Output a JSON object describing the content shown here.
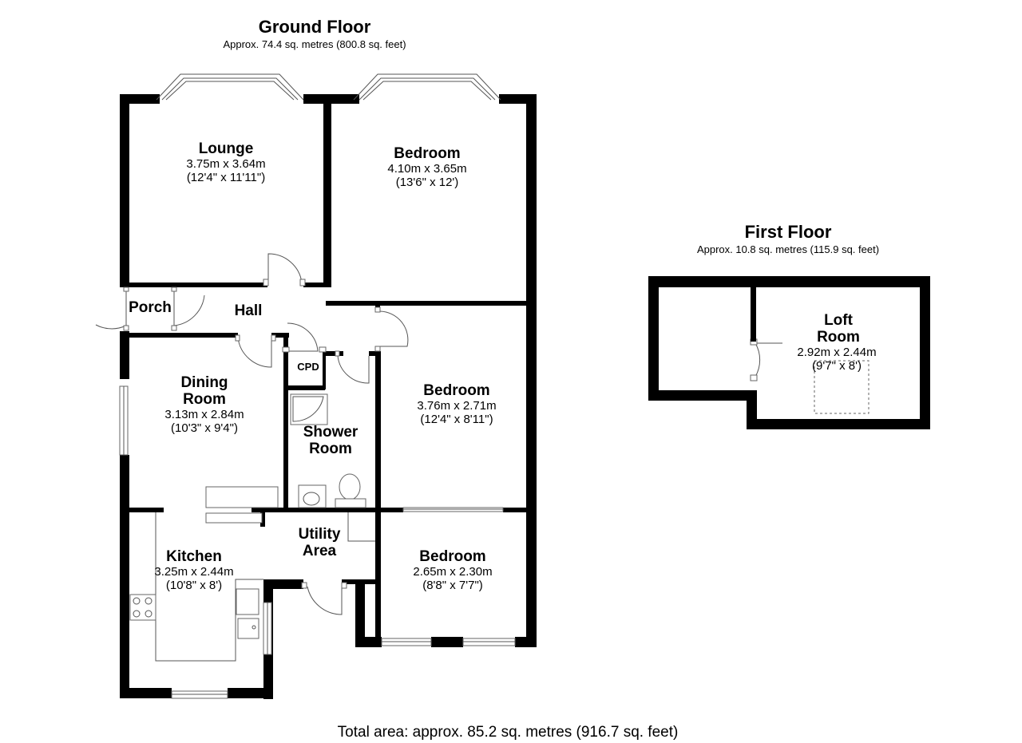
{
  "ground_floor": {
    "title": "Ground Floor",
    "area": "Approx. 74.4 sq. metres (800.8 sq. feet)",
    "rooms": {
      "lounge": {
        "name": "Lounge",
        "dim_m": "3.75m x 3.64m",
        "dim_ft": "(12'4\" x 11'11\")"
      },
      "bedroom1": {
        "name": "Bedroom",
        "dim_m": "4.10m x 3.65m",
        "dim_ft": "(13'6\" x 12')"
      },
      "porch": {
        "name": "Porch"
      },
      "hall": {
        "name": "Hall"
      },
      "cpd": {
        "name": "CPD"
      },
      "dining": {
        "name1": "Dining",
        "name2": "Room",
        "dim_m": "3.13m x 2.84m",
        "dim_ft": "(10'3\" x 9'4\")"
      },
      "shower": {
        "name1": "Shower",
        "name2": "Room"
      },
      "bedroom2": {
        "name": "Bedroom",
        "dim_m": "3.76m x 2.71m",
        "dim_ft": "(12'4\" x 8'11\")"
      },
      "kitchen": {
        "name": "Kitchen",
        "dim_m": "3.25m x 2.44m",
        "dim_ft": "(10'8\" x 8')"
      },
      "utility": {
        "name1": "Utility",
        "name2": "Area"
      },
      "bedroom3": {
        "name": "Bedroom",
        "dim_m": "2.65m x 2.30m",
        "dim_ft": "(8'8\" x 7'7\")"
      }
    }
  },
  "first_floor": {
    "title": "First Floor",
    "area": "Approx. 10.8 sq. metres (115.9 sq. feet)",
    "rooms": {
      "loft": {
        "name1": "Loft",
        "name2": "Room",
        "dim_m": "2.92m x 2.44m",
        "dim_ft": "(9'7\" x 8')"
      }
    }
  },
  "total_area": "Total area: approx. 85.2 sq. metres (916.7 sq. feet)"
}
